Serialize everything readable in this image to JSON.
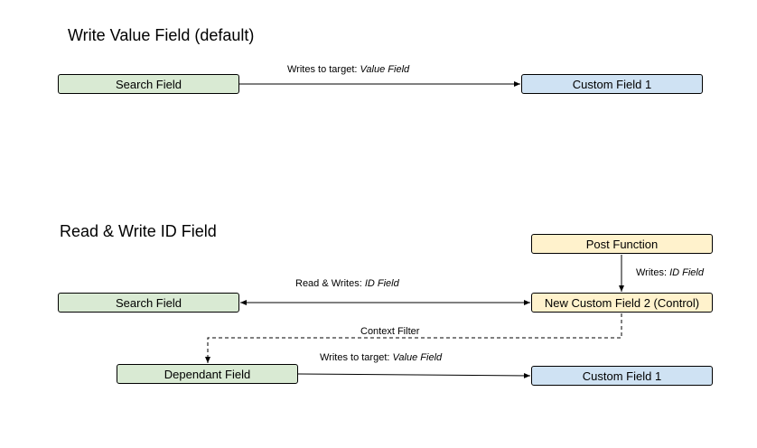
{
  "section1": {
    "title": "Write Value Field (default)",
    "source": "Search Field",
    "target": "Custom Field 1",
    "edge_label_prefix": "Writes to target: ",
    "edge_label_italic": "Value Field"
  },
  "section2": {
    "title": "Read & Write ID Field",
    "post_function": "Post Function",
    "post_edge_prefix": "Writes: ",
    "post_edge_italic": "ID Field",
    "search_field": "Search Field",
    "control": "New Custom Field 2 (Control)",
    "rw_edge_prefix": "Read & Writes: ",
    "rw_edge_italic": "ID Field",
    "context_filter_label": "Context Filter",
    "dependant": "Dependant Field",
    "target": "Custom Field 1",
    "dep_edge_prefix": "Writes to target: ",
    "dep_edge_italic": "Value Field"
  },
  "colors": {
    "green": "#d9ead3",
    "blue": "#cfe2f3",
    "yellow": "#fff2cc"
  }
}
